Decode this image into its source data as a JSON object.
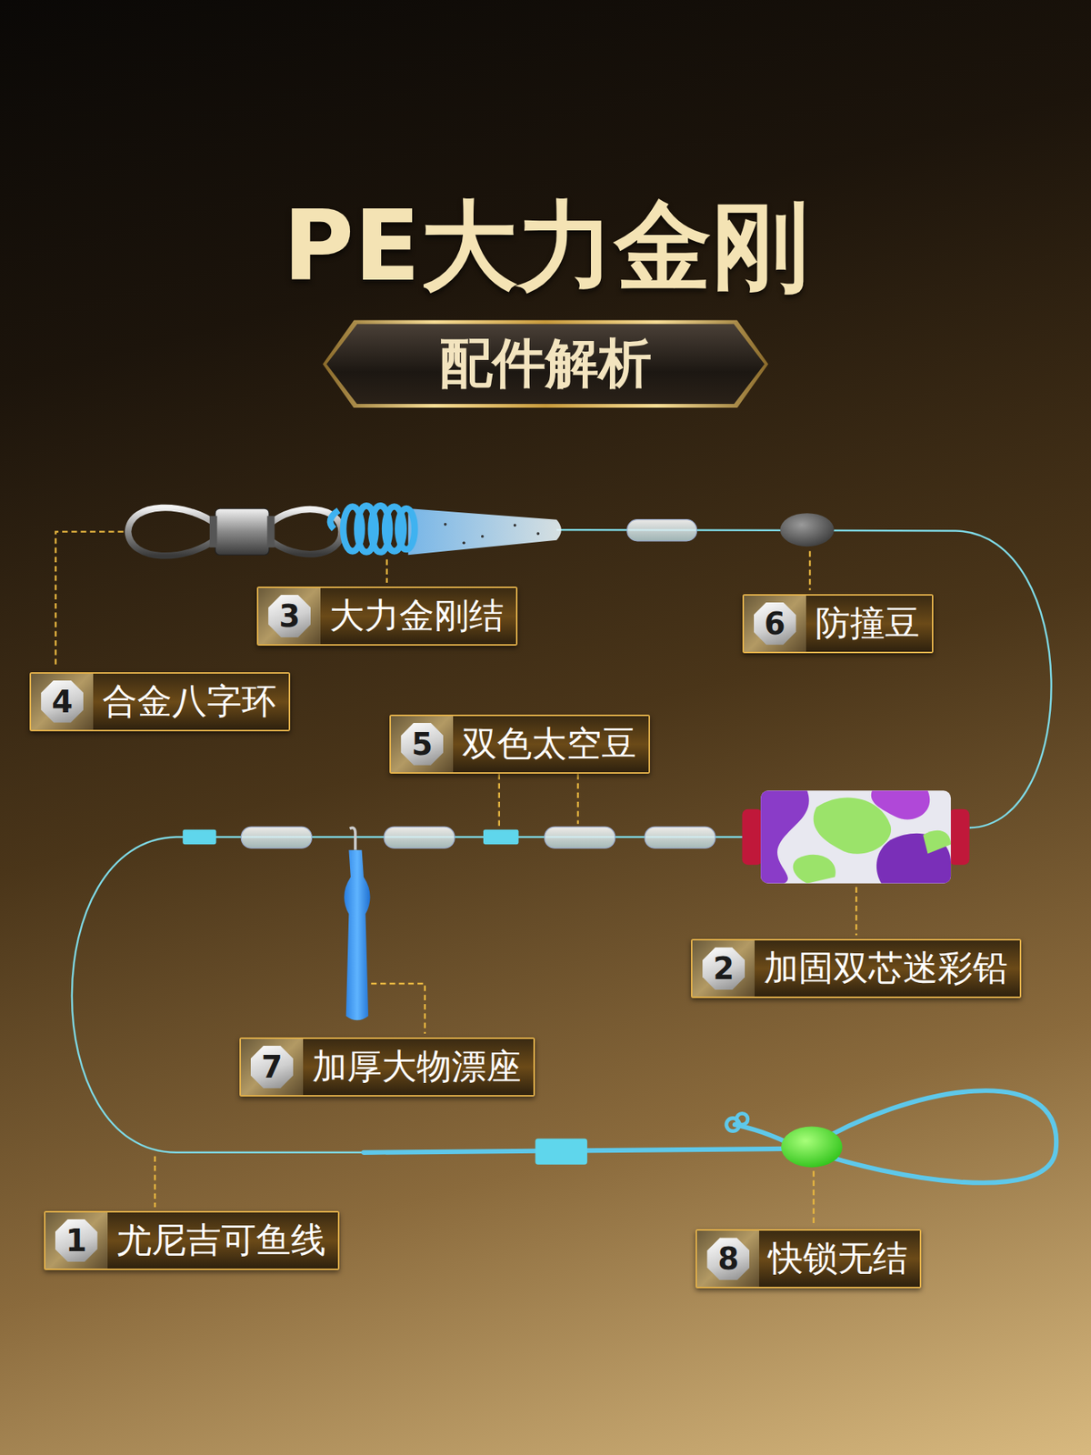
{
  "diagram": {
    "title": "PE大力金刚",
    "nodes": [
      {
        "text": [
          "配件解析"
        ]
      },
      {
        "text": [
          "3",
          "大力金刚结"
        ]
      },
      {
        "text": [
          "6",
          "防撞豆"
        ]
      },
      {
        "text": [
          "4",
          "合金八字环"
        ]
      },
      {
        "text": [
          "5",
          "双色太空豆"
        ]
      },
      {
        "text": [
          "2",
          "加固双芯迷彩铅"
        ]
      },
      {
        "text": [
          "7",
          "加厚大物漂座"
        ]
      },
      {
        "text": [
          "1",
          "尤尼吉可鱼线"
        ]
      },
      {
        "text": [
          "8",
          "快锁无结"
        ]
      }
    ]
  }
}
